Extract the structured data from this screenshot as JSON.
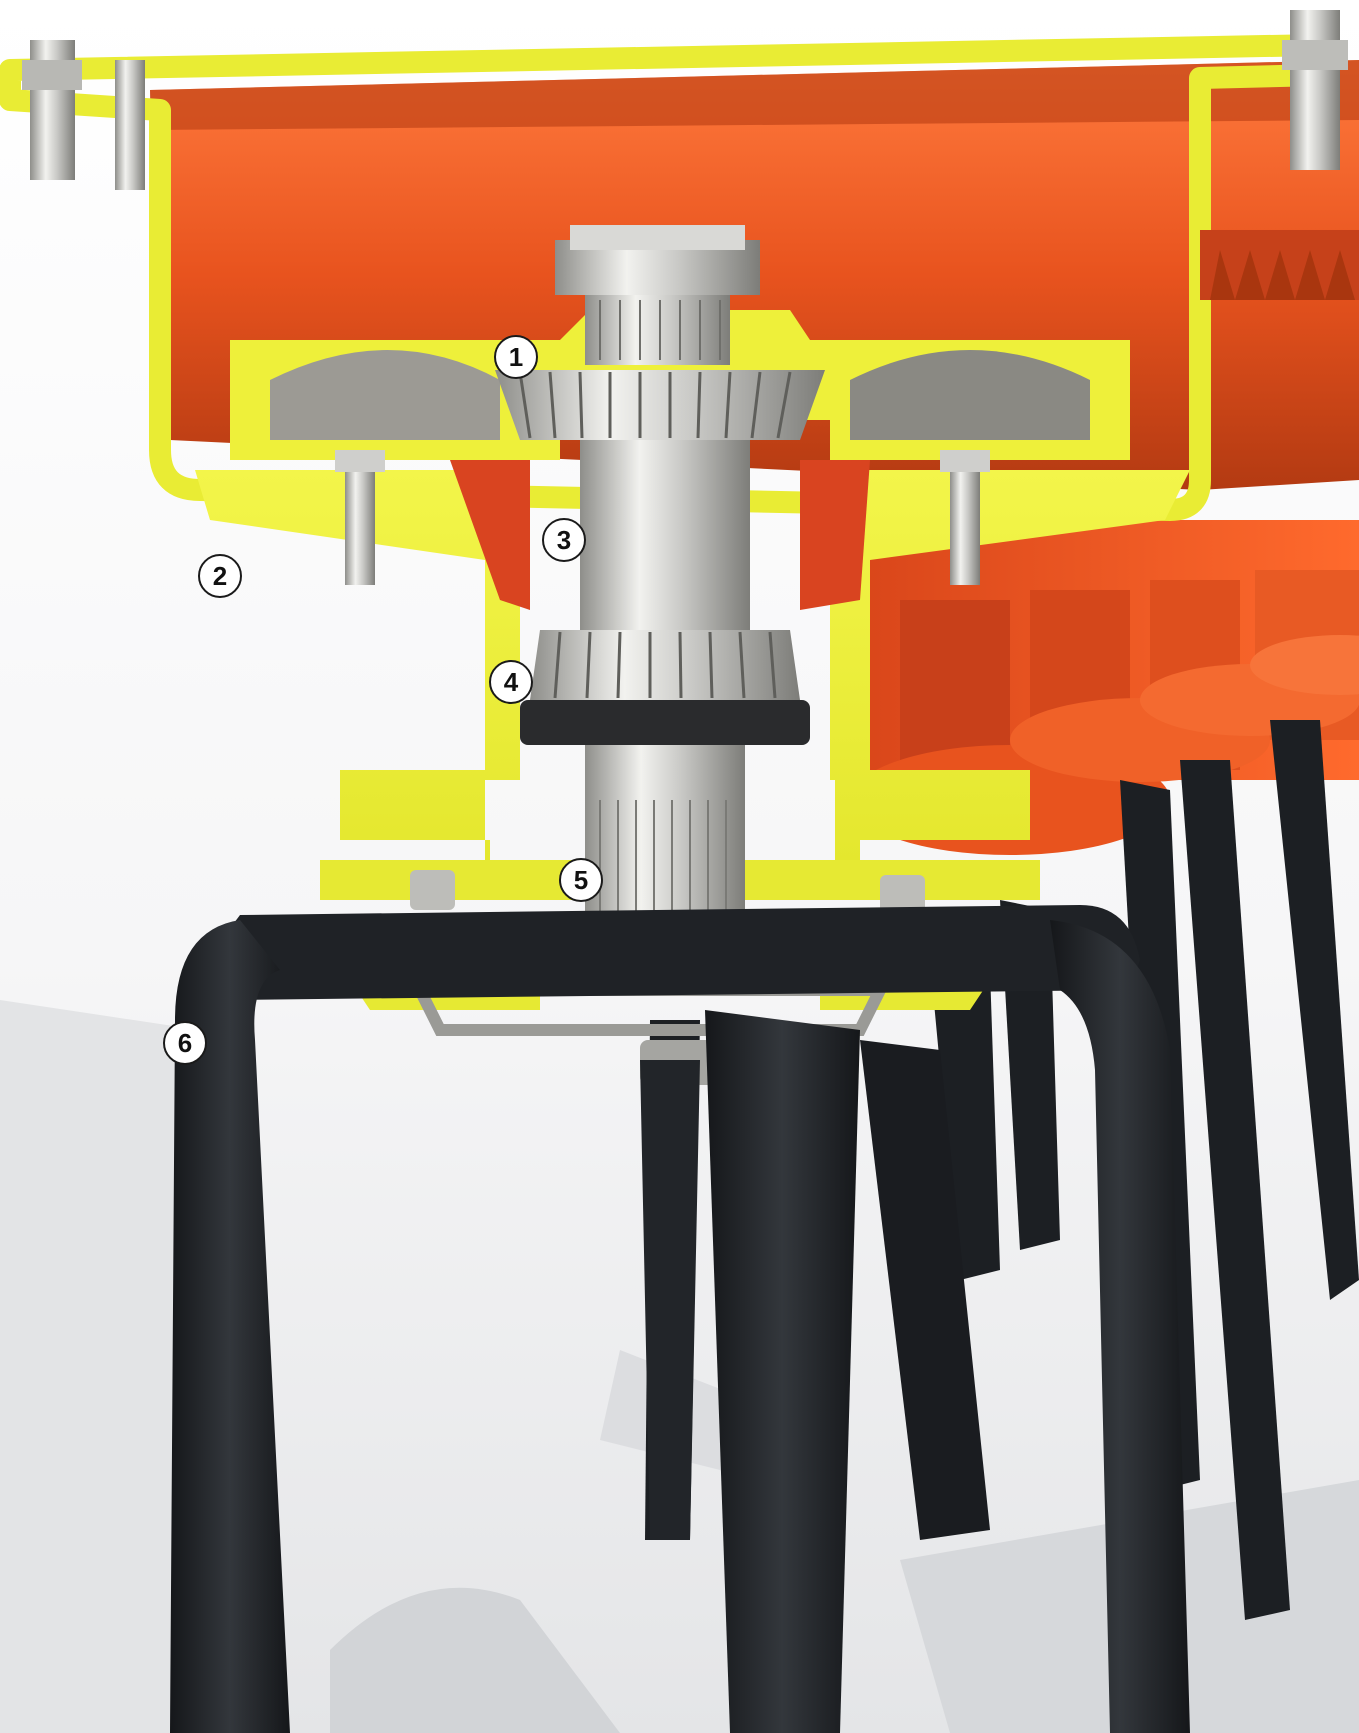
{
  "callouts": [
    {
      "label": "1",
      "part": "upper-bevel-gear-bearing"
    },
    {
      "label": "2",
      "part": "housing-flange"
    },
    {
      "label": "3",
      "part": "drive-shaft"
    },
    {
      "label": "4",
      "part": "lower-tapered-roller-bearing"
    },
    {
      "label": "5",
      "part": "splined-shaft-end"
    },
    {
      "label": "6",
      "part": "tine"
    }
  ],
  "colors": {
    "housing_section": "#eef03a",
    "housing_section_shade": "#c9cc22",
    "body_orange": "#e8531e",
    "body_orange_dark": "#b33a12",
    "body_orange_light": "#ff7a3d",
    "tines": "#1f2226",
    "steel": "#c9c9c6",
    "steel_dark": "#8e8e8a",
    "background": "#ffffff",
    "shadow": "#d9dadc"
  }
}
